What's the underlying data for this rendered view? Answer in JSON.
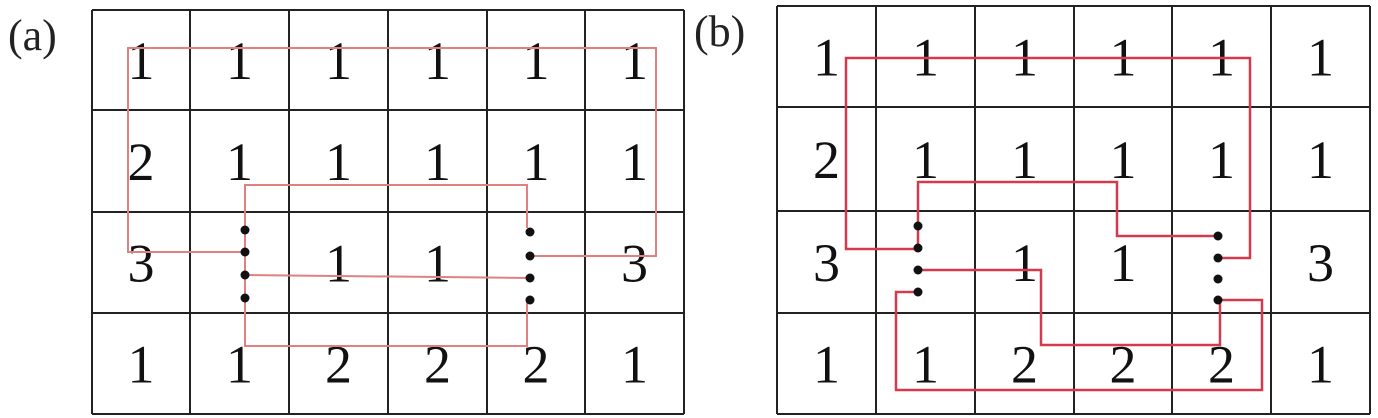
{
  "panels": [
    {
      "label": "(a)",
      "cells": [
        [
          "1",
          "1",
          "1",
          "1",
          "1",
          "1"
        ],
        [
          "2",
          "1",
          "1",
          "1",
          "1",
          "1"
        ],
        [
          "3",
          "",
          "1",
          "1",
          "",
          "3"
        ],
        [
          "1",
          "1",
          "2",
          "2",
          "2",
          "1"
        ]
      ],
      "path_color": "#e08080"
    },
    {
      "label": "(b)",
      "cells": [
        [
          "1",
          "1",
          "1",
          "1",
          "1",
          "1"
        ],
        [
          "2",
          "1",
          "1",
          "1",
          "1",
          "1"
        ],
        [
          "3",
          "",
          "1",
          "1",
          "",
          "3"
        ],
        [
          "1",
          "1",
          "2",
          "2",
          "2",
          "1"
        ]
      ],
      "path_color": "#d23a4e"
    }
  ]
}
